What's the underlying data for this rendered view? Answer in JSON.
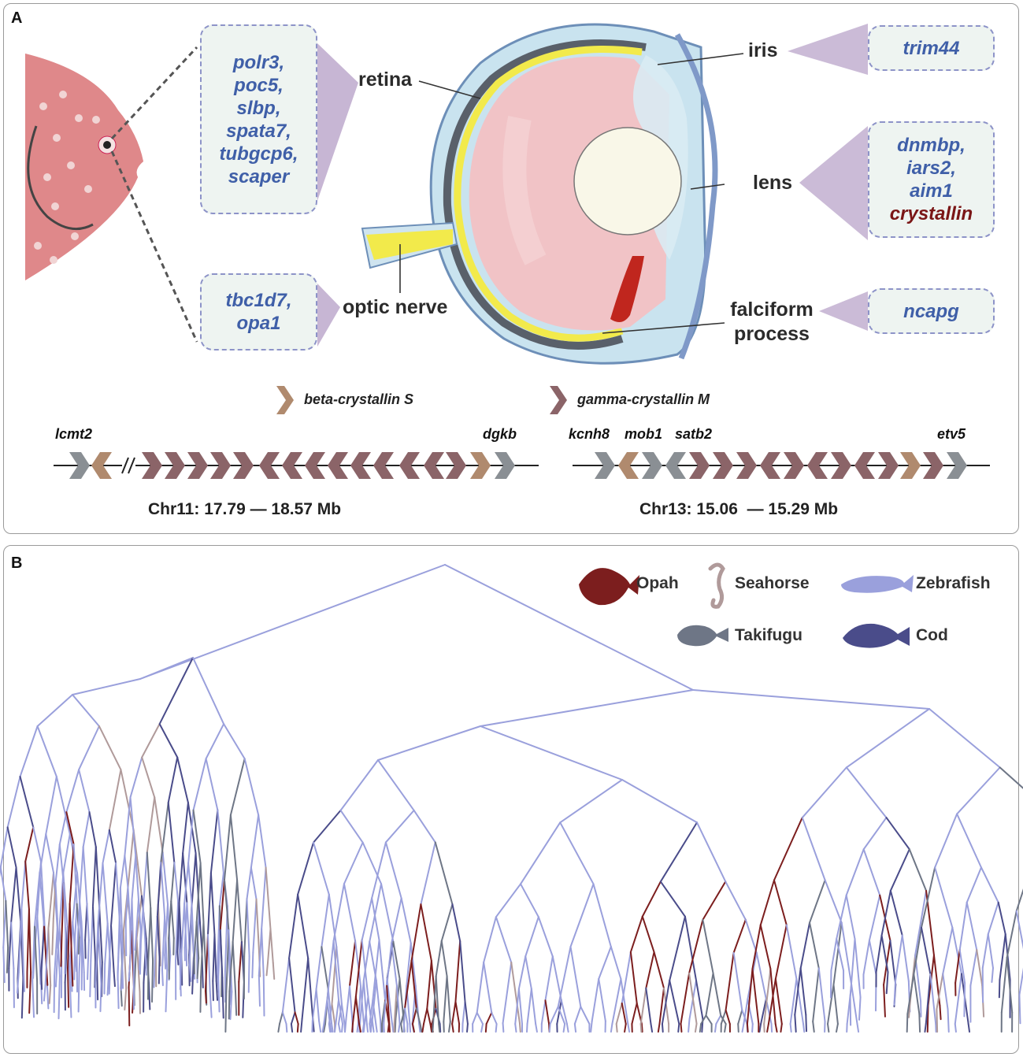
{
  "panel_a": {
    "label": "A",
    "gene_boxes": {
      "retina": [
        "polr3,",
        "poc5,",
        "slbp,",
        "spata7,",
        "tubgcp6,",
        "scaper"
      ],
      "optic_nerve": [
        "tbc1d7,",
        "opa1"
      ],
      "iris": [
        "trim44"
      ],
      "lens": [
        "dnmbp,",
        "iars2,",
        "aim1"
      ],
      "lens_highlight": "crystallin",
      "falciform": [
        "ncapg"
      ]
    },
    "eye_labels": {
      "retina": "retina",
      "optic_nerve": "optic nerve",
      "iris": "iris",
      "lens": "lens",
      "falciform_line1": "falciform",
      "falciform_line2": "process"
    },
    "legend": {
      "beta": "beta-crystallin S",
      "gamma": "gamma-crystallin M",
      "beta_color": "#b08a6e",
      "gamma_color": "#8b6468",
      "other_color": "#8a8f94"
    },
    "chr11": {
      "left_gene": "lcmt2",
      "right_gene": "dgkb",
      "range": "Chr11: 17.79 — 18.57 Mb"
    },
    "chr13": {
      "gene1": "kcnh8",
      "gene2": "mob1",
      "gene3": "satb2",
      "right_gene": "etv5",
      "range": "Chr13: 15.06  — 15.29 Mb"
    }
  },
  "panel_b": {
    "label": "B",
    "species": [
      {
        "name": "Opah",
        "color": "#7c1e1e"
      },
      {
        "name": "Seahorse",
        "color": "#b09a9a"
      },
      {
        "name": "Zebrafish",
        "color": "#9aa0dc"
      },
      {
        "name": "Takifugu",
        "color": "#6e7686"
      },
      {
        "name": "Cod",
        "color": "#4a4c8a"
      }
    ]
  }
}
